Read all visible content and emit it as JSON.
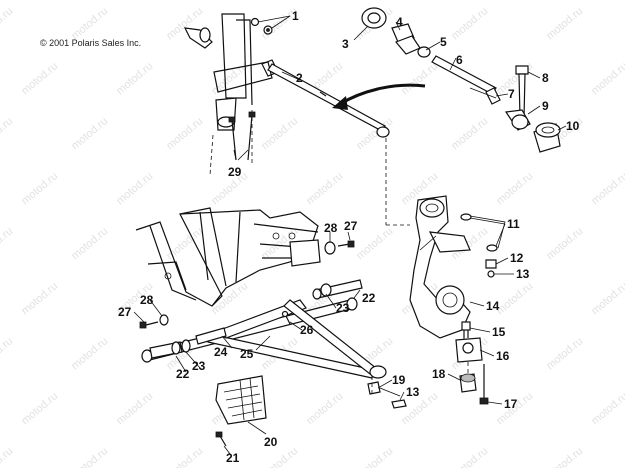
{
  "copyright": "© 2001 Polaris Sales Inc.",
  "watermark": "motod.ru",
  "callouts": [
    {
      "id": "1",
      "label": "1"
    },
    {
      "id": "2",
      "label": "2"
    },
    {
      "id": "3",
      "label": "3"
    },
    {
      "id": "4",
      "label": "4"
    },
    {
      "id": "5",
      "label": "5"
    },
    {
      "id": "6",
      "label": "6"
    },
    {
      "id": "7",
      "label": "7"
    },
    {
      "id": "8",
      "label": "8"
    },
    {
      "id": "9",
      "label": "9"
    },
    {
      "id": "10",
      "label": "10"
    },
    {
      "id": "11",
      "label": "11"
    },
    {
      "id": "12",
      "label": "12"
    },
    {
      "id": "13a",
      "label": "13"
    },
    {
      "id": "14",
      "label": "14"
    },
    {
      "id": "15",
      "label": "15"
    },
    {
      "id": "16",
      "label": "16"
    },
    {
      "id": "17",
      "label": "17"
    },
    {
      "id": "18",
      "label": "18"
    },
    {
      "id": "19",
      "label": "19"
    },
    {
      "id": "13b",
      "label": "13"
    },
    {
      "id": "20",
      "label": "20"
    },
    {
      "id": "21",
      "label": "21"
    },
    {
      "id": "22a",
      "label": "22"
    },
    {
      "id": "23a",
      "label": "23"
    },
    {
      "id": "27a",
      "label": "27"
    },
    {
      "id": "28a",
      "label": "28"
    },
    {
      "id": "29",
      "label": "29"
    },
    {
      "id": "26",
      "label": "26"
    },
    {
      "id": "25",
      "label": "25"
    },
    {
      "id": "24",
      "label": "24"
    },
    {
      "id": "23b",
      "label": "23"
    },
    {
      "id": "22b",
      "label": "22"
    },
    {
      "id": "28b",
      "label": "28"
    },
    {
      "id": "27b",
      "label": "27"
    }
  ]
}
